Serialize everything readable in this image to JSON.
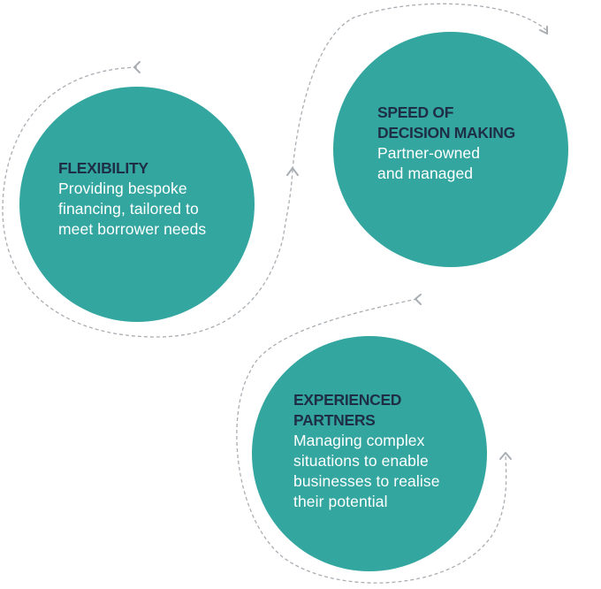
{
  "colors": {
    "circle_fill": "#33a6a0",
    "title_text": "#1e2f45",
    "body_text": "#ffffff",
    "connector": "#a9aeb3"
  },
  "circles": [
    {
      "id": "flexibility",
      "title": "FLEXIBILITY",
      "description": "Providing bespoke\nfinancing, tailored to\nmeet borrower needs"
    },
    {
      "id": "speed",
      "title": "SPEED OF\nDECISION MAKING",
      "description": "Partner-owned\nand managed"
    },
    {
      "id": "experienced",
      "title": "EXPERIENCED\nPARTNERS",
      "description": "Managing complex\nsituations to enable\nbusinesses to realise\ntheir potential"
    }
  ],
  "connector_style": "dashed",
  "arrow_icon": "chevron-arrow-icon"
}
